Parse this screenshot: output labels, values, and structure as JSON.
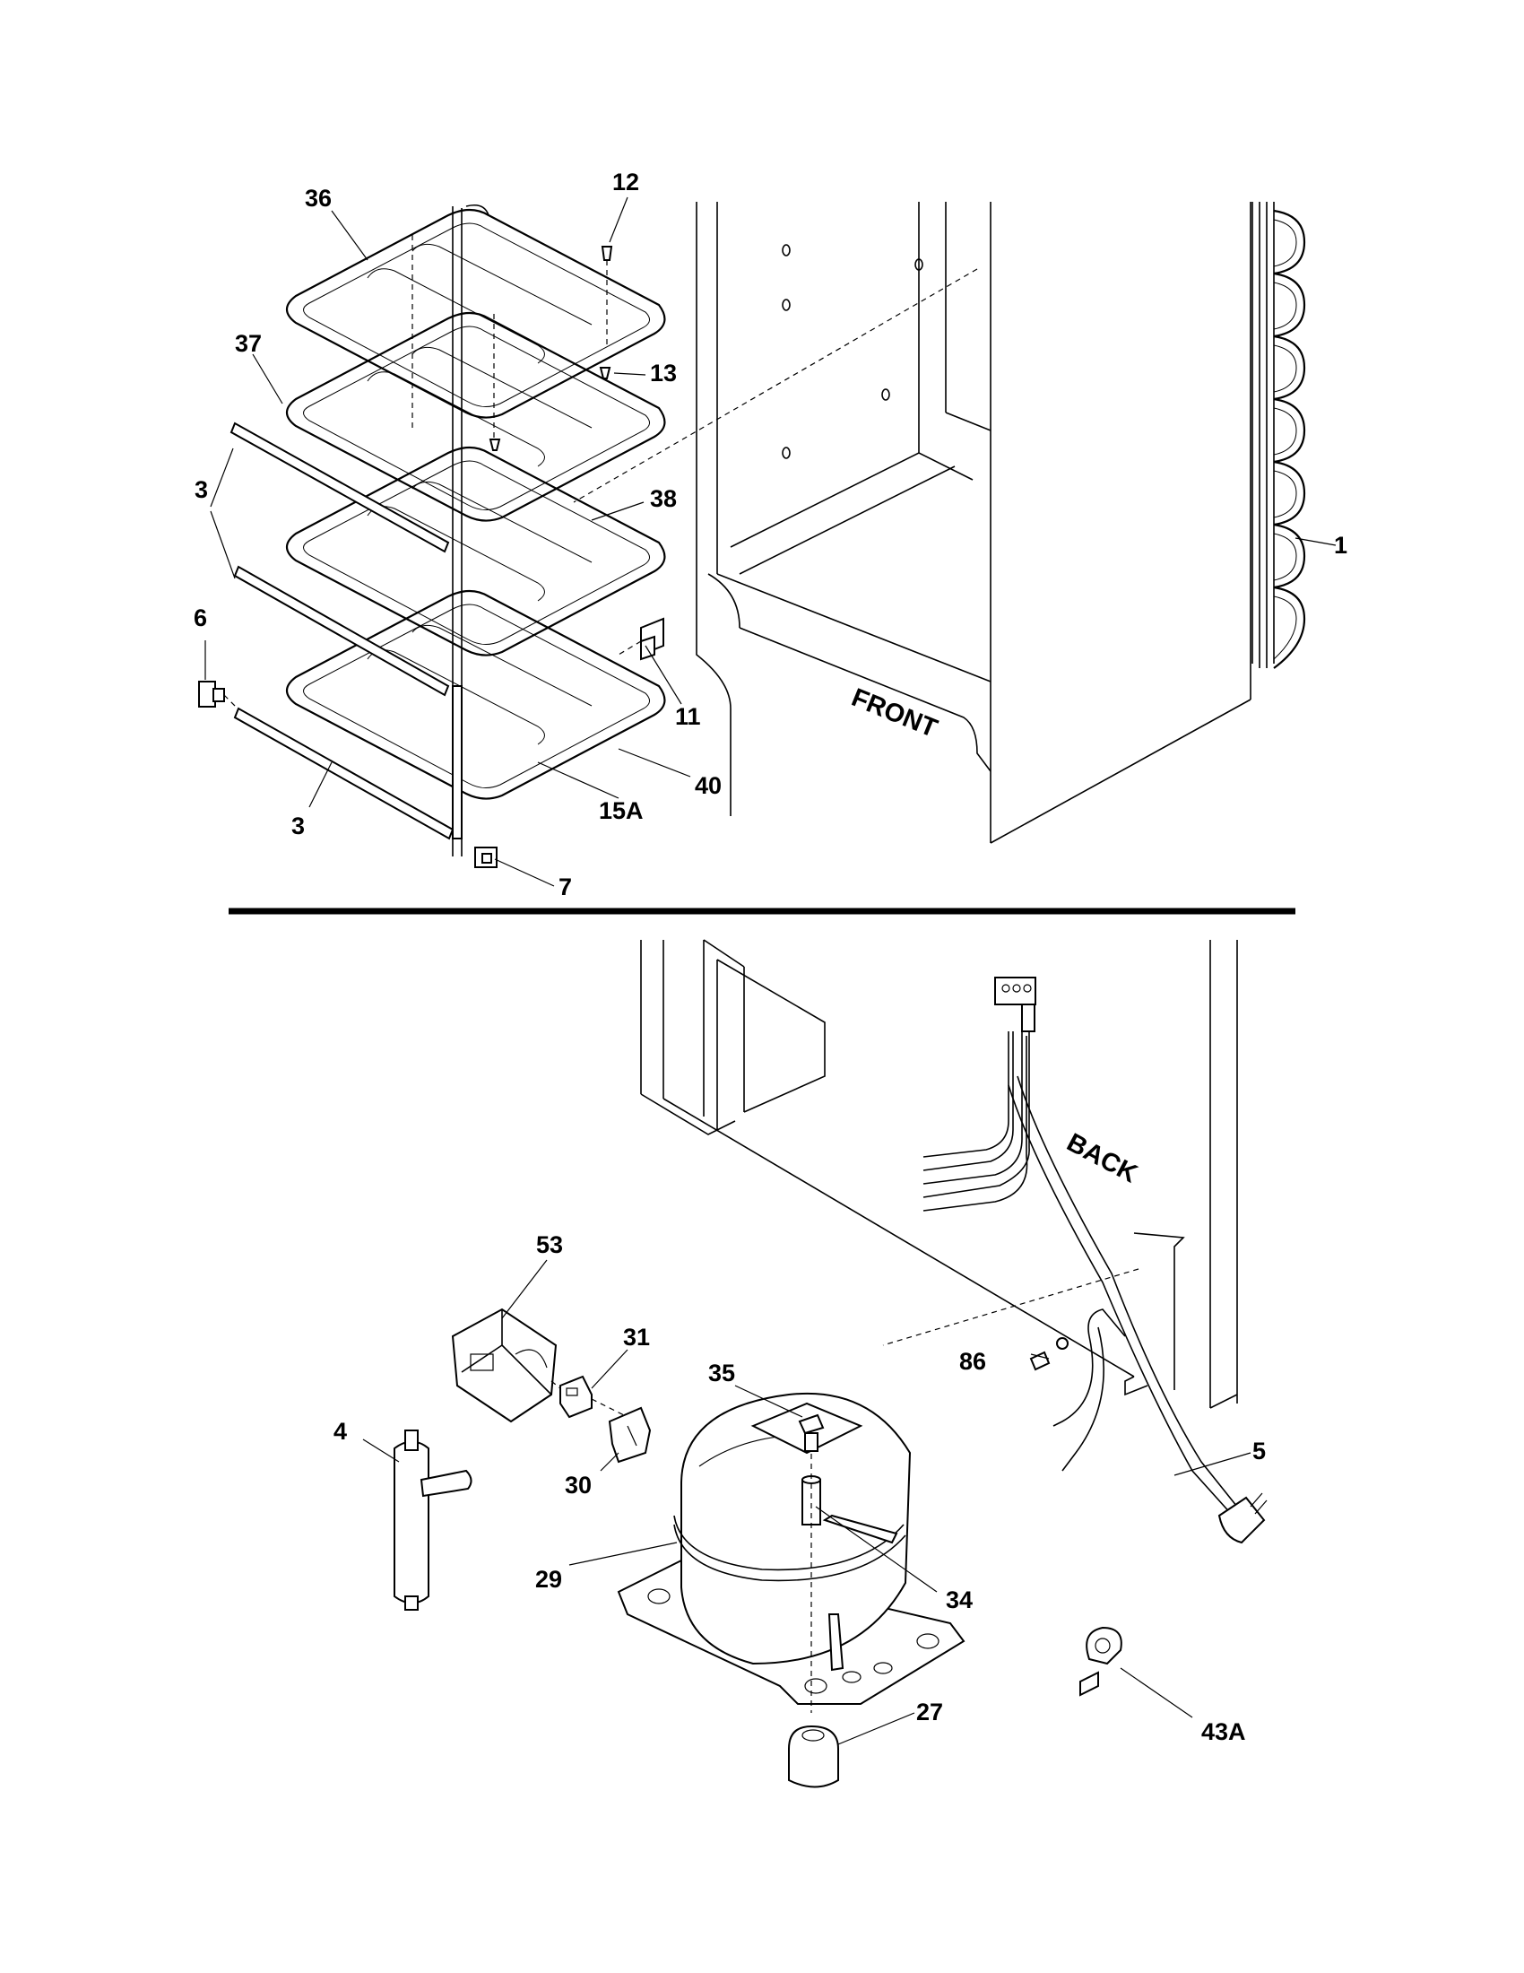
{
  "labels": {
    "p1": "1",
    "p3a": "3",
    "p3b": "3",
    "p4": "4",
    "p5": "5",
    "p6": "6",
    "p7": "7",
    "p11": "11",
    "p12": "12",
    "p13": "13",
    "p15a": "15A",
    "p27": "27",
    "p29": "29",
    "p30": "30",
    "p31": "31",
    "p34": "34",
    "p35": "35",
    "p36": "36",
    "p37": "37",
    "p38": "38",
    "p40": "40",
    "p43a": "43A",
    "p53": "53",
    "p86": "86"
  },
  "words": {
    "front": "FRONT",
    "back": "BACK"
  }
}
